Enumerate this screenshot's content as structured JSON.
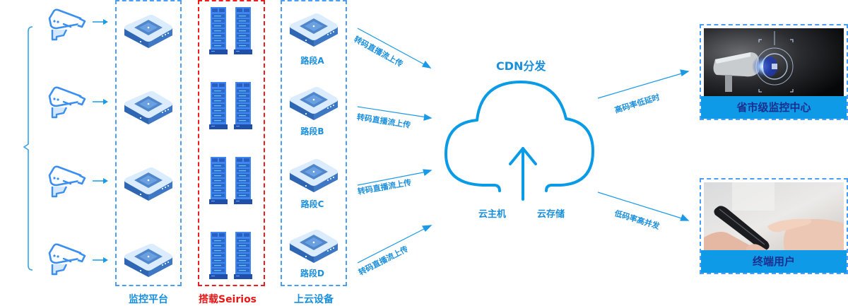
{
  "columns": {
    "monitor_platform": "监控平台",
    "seirios": "搭载Seirios",
    "cloud_devices": "上云设备"
  },
  "segments": [
    "路段A",
    "路段B",
    "路段C",
    "路段D"
  ],
  "flows": {
    "upload_label": "转码直播流上传",
    "upload_labels": [
      "转码直播流上传",
      "转码直播流上传",
      "转码直播流上传",
      "转码直播流上传"
    ]
  },
  "cdn": {
    "title": "CDN分发",
    "cloud_host": "云主机",
    "cloud_storage": "云存储"
  },
  "outputs": [
    {
      "flow_label": "高码率低延时",
      "dest_label": "省市级监控中心",
      "image": "surveillance-camera-photo"
    },
    {
      "flow_label": "低码率高并发",
      "dest_label": "终端用户",
      "image": "smartphone-hand-photo"
    }
  ],
  "colors": {
    "accent": "#1a8fdc",
    "dashed_blue": "#4a9ff5",
    "dashed_red": "#ef1c1c",
    "label_bar": "#0e9ae6",
    "label_text": "#1b2f8f"
  }
}
